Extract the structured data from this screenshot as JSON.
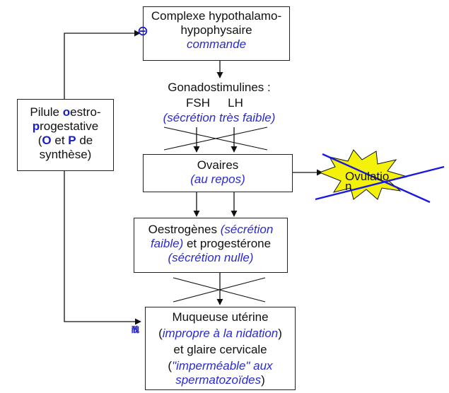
{
  "hypothalamus": {
    "title_line1": "Complexe hypothalamo-",
    "title_line2": "hypophysaire",
    "subtitle": "commande"
  },
  "gonado": {
    "title": "Gonadostimulines :",
    "fsh": "FSH",
    "lh": "LH",
    "note": "(sécrétion très faible)"
  },
  "pill": {
    "l1_a": "Pilule ",
    "l1_o": "o",
    "l1_b": "estro-",
    "l2_p": "p",
    "l2_b": "rogestative",
    "l3_open": "(",
    "l3_O": "O",
    "l3_mid": " et ",
    "l3_P": "P",
    "l3_end": " de",
    "l4": "synthèse)"
  },
  "ovaires": {
    "title": "Ovaires",
    "subtitle": "(au repos)"
  },
  "ovulation": {
    "line1": "Ovulatio",
    "line2": "n"
  },
  "hormones": {
    "l1_a": "Oestrogènes ",
    "l1_b": "(sécrétion",
    "l2_a": "faible)",
    "l2_b": " et progestérone",
    "l3": "(sécrétion nulle)"
  },
  "muqueuse": {
    "l1": "Muqueuse utérine",
    "l2_open": "(",
    "l2_it": "impropre à la nidation",
    "l2_close": ")",
    "l3": "et glaire cervicale",
    "l4_open": "(",
    "l4_it": "\"imperméable\" aux",
    "l5_it": "spermatozoïdes",
    "l5_close": ")"
  },
  "markers": {
    "minus": "⊖",
    "glyph": "醜"
  },
  "colors": {
    "blue_text": "#2a2ad0",
    "star_fill": "#f5f20a",
    "star_cross": "#1a1adc"
  }
}
